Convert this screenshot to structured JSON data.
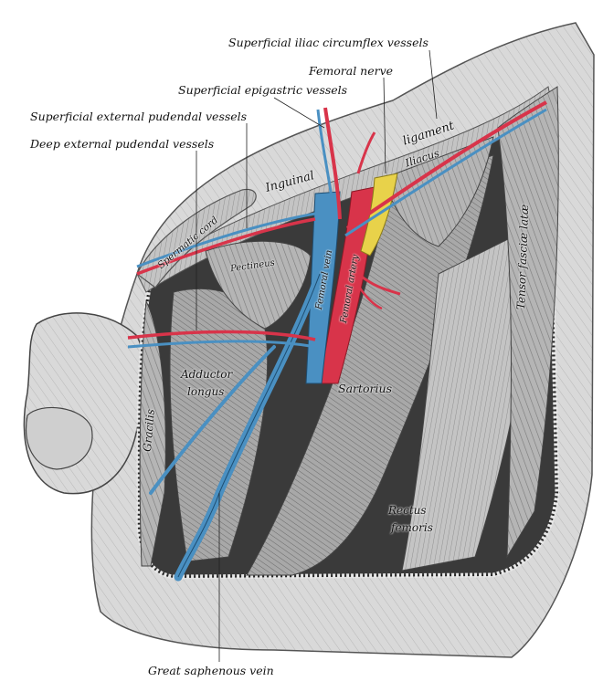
{
  "callouts": {
    "superficial_iliac": "Superficial iliac circumflex vessels",
    "femoral_nerve": "Femoral nerve",
    "superficial_epigastric": "Superficial epigastric vessels",
    "superficial_ext_pudendal": "Superficial external pudendal vessels",
    "deep_ext_pudendal": "Deep external pudendal vessels",
    "great_saphenous": "Great saphenous vein"
  },
  "structures": {
    "ligament": "ligament",
    "iliacus": "Iliacus",
    "inguinal": "Inguinal",
    "spermatic_cord": "Spermatic cord",
    "pectineus": "Pectineus",
    "femoral_vein": "Femoral vein",
    "femoral_artery": "Femoral artery",
    "tensor_fasciae_latae": "Tensor fasciæ latæ",
    "adductor": "Adductor",
    "longus": "longus",
    "gracilis": "Gracilis",
    "sartorius": "Sartorius",
    "rectus": "Rectus",
    "femoris": "femoris"
  },
  "colors": {
    "artery": "#d8344a",
    "vein": "#4a90c2",
    "nerve": "#e8d24a",
    "muscle": "#9a9a9a",
    "shadow": "#2a2a2a"
  }
}
